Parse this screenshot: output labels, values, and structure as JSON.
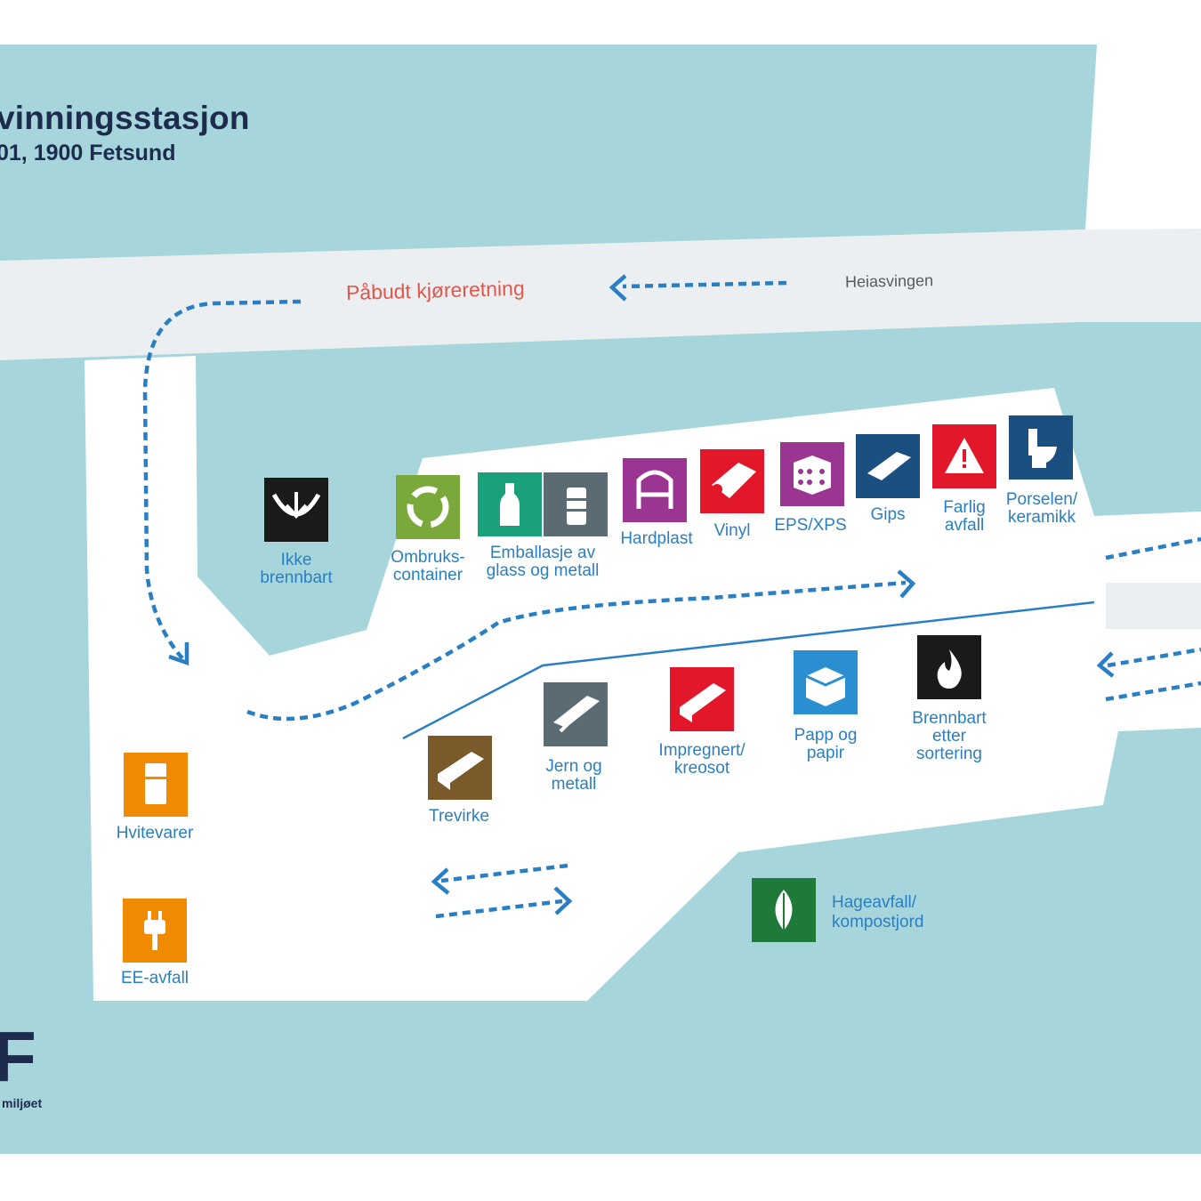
{
  "header": {
    "title": "vinningsstasjon",
    "address": "01, 1900 Fetsund"
  },
  "roads": {
    "direction_label": "Påbudt kjøreretning",
    "street_name": "Heiasvingen"
  },
  "stations": [
    {
      "key": "ikke-brennbart",
      "lines": [
        "Ikke",
        "brennbart"
      ],
      "color": "#1a1a1a",
      "icon": "down-arrow-icon"
    },
    {
      "key": "ombruk",
      "lines": [
        "Ombruks-",
        "container"
      ],
      "color": "#7aa83a",
      "icon": "recycle-icon"
    },
    {
      "key": "emballasje",
      "lines": [
        "Emballasje av",
        "glass og metall"
      ],
      "color": "#1aa07b",
      "color2": "#5b6b74",
      "icon": "bottle-can-icon"
    },
    {
      "key": "hardplast",
      "lines": [
        "Hardplast"
      ],
      "color": "#9a3591",
      "icon": "chair-icon"
    },
    {
      "key": "vinyl",
      "lines": [
        "Vinyl"
      ],
      "color": "#e3172a",
      "icon": "vinyl-roll-icon"
    },
    {
      "key": "eps",
      "lines": [
        "EPS/XPS"
      ],
      "color": "#9a3591",
      "icon": "foam-box-icon"
    },
    {
      "key": "gips",
      "lines": [
        "Gips"
      ],
      "color": "#1b4f7f",
      "icon": "plasterboard-icon"
    },
    {
      "key": "farlig",
      "lines": [
        "Farlig",
        "avfall"
      ],
      "color": "#e3172a",
      "icon": "warning-icon"
    },
    {
      "key": "porselen",
      "lines": [
        "Porselen/",
        "keramikk"
      ],
      "color": "#1b4f7f",
      "icon": "toilet-icon"
    },
    {
      "key": "trevirke",
      "lines": [
        "Trevirke"
      ],
      "color": "#7a5a2b",
      "icon": "wood-plank-icon"
    },
    {
      "key": "jern",
      "lines": [
        "Jern og",
        "metall"
      ],
      "color": "#5b6b74",
      "icon": "metal-beam-icon"
    },
    {
      "key": "impregnert",
      "lines": [
        "Impregnert/",
        "kreosot"
      ],
      "color": "#e3172a",
      "icon": "treated-wood-icon"
    },
    {
      "key": "papp",
      "lines": [
        "Papp og",
        "papir"
      ],
      "color": "#2a8fd1",
      "icon": "cardboard-box-icon"
    },
    {
      "key": "brennbart",
      "lines": [
        "Brennbart",
        "etter",
        "sortering"
      ],
      "color": "#1a1a1a",
      "icon": "flame-icon"
    },
    {
      "key": "hvitevarer",
      "lines": [
        "Hvitevarer"
      ],
      "color": "#f08a00",
      "icon": "fridge-icon"
    },
    {
      "key": "ee",
      "lines": [
        "EE-avfall"
      ],
      "color": "#f08a00",
      "icon": "plug-icon"
    },
    {
      "key": "hage",
      "lines": [
        "Hageavfall/",
        "kompostjord"
      ],
      "color": "#1f7a3a",
      "icon": "leaf-icon"
    }
  ],
  "logo": {
    "letter": "F",
    "tagline": "miljøet"
  },
  "colors": {
    "water": "#a6d6dc",
    "road": "#eceff1",
    "ground": "#ffffff",
    "route": "#2a7fc4",
    "direction": "#e2574c",
    "navy": "#1d2b4c"
  }
}
